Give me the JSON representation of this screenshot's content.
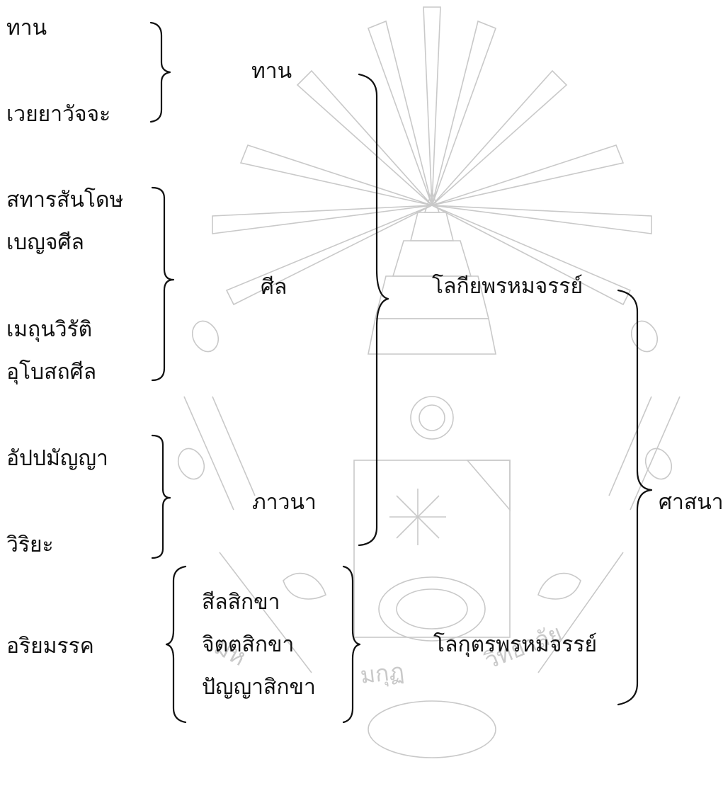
{
  "left_items": {
    "tan": "ทาน",
    "veyyavacca": "เวยยาวัจจะ",
    "sahara_santosa": "สทารสันโดษ",
    "pancasila": "เบญจศีล",
    "methuna_virati": "เมถุนวิรัติ",
    "uposatha_sila": "อุโบสถศีล",
    "appamanna": "อัปปมัญญา",
    "viriya": "วิริยะ",
    "ariyamagga": "อริยมรรค"
  },
  "middle_groups": {
    "tan": "ทาน",
    "sila": "ศีล",
    "bhavana": "ภาวนา"
  },
  "trainings": {
    "sila_sikkha": "สีลสิกขา",
    "citta_sikkha": "จิตตสิกขา",
    "panna_sikkha": "ปัญญาสิกขา"
  },
  "brahmacariya": {
    "lokiya": "โลกียพรหมจรรย์",
    "lokuttara": "โลกุตรพรหมจรรย์"
  },
  "root": {
    "sasana": "ศาสนา"
  },
  "watermark": {
    "seal_text_left": "มห",
    "seal_text_mid": "มกุฏ",
    "seal_text_right": "วิทยาลัย"
  }
}
